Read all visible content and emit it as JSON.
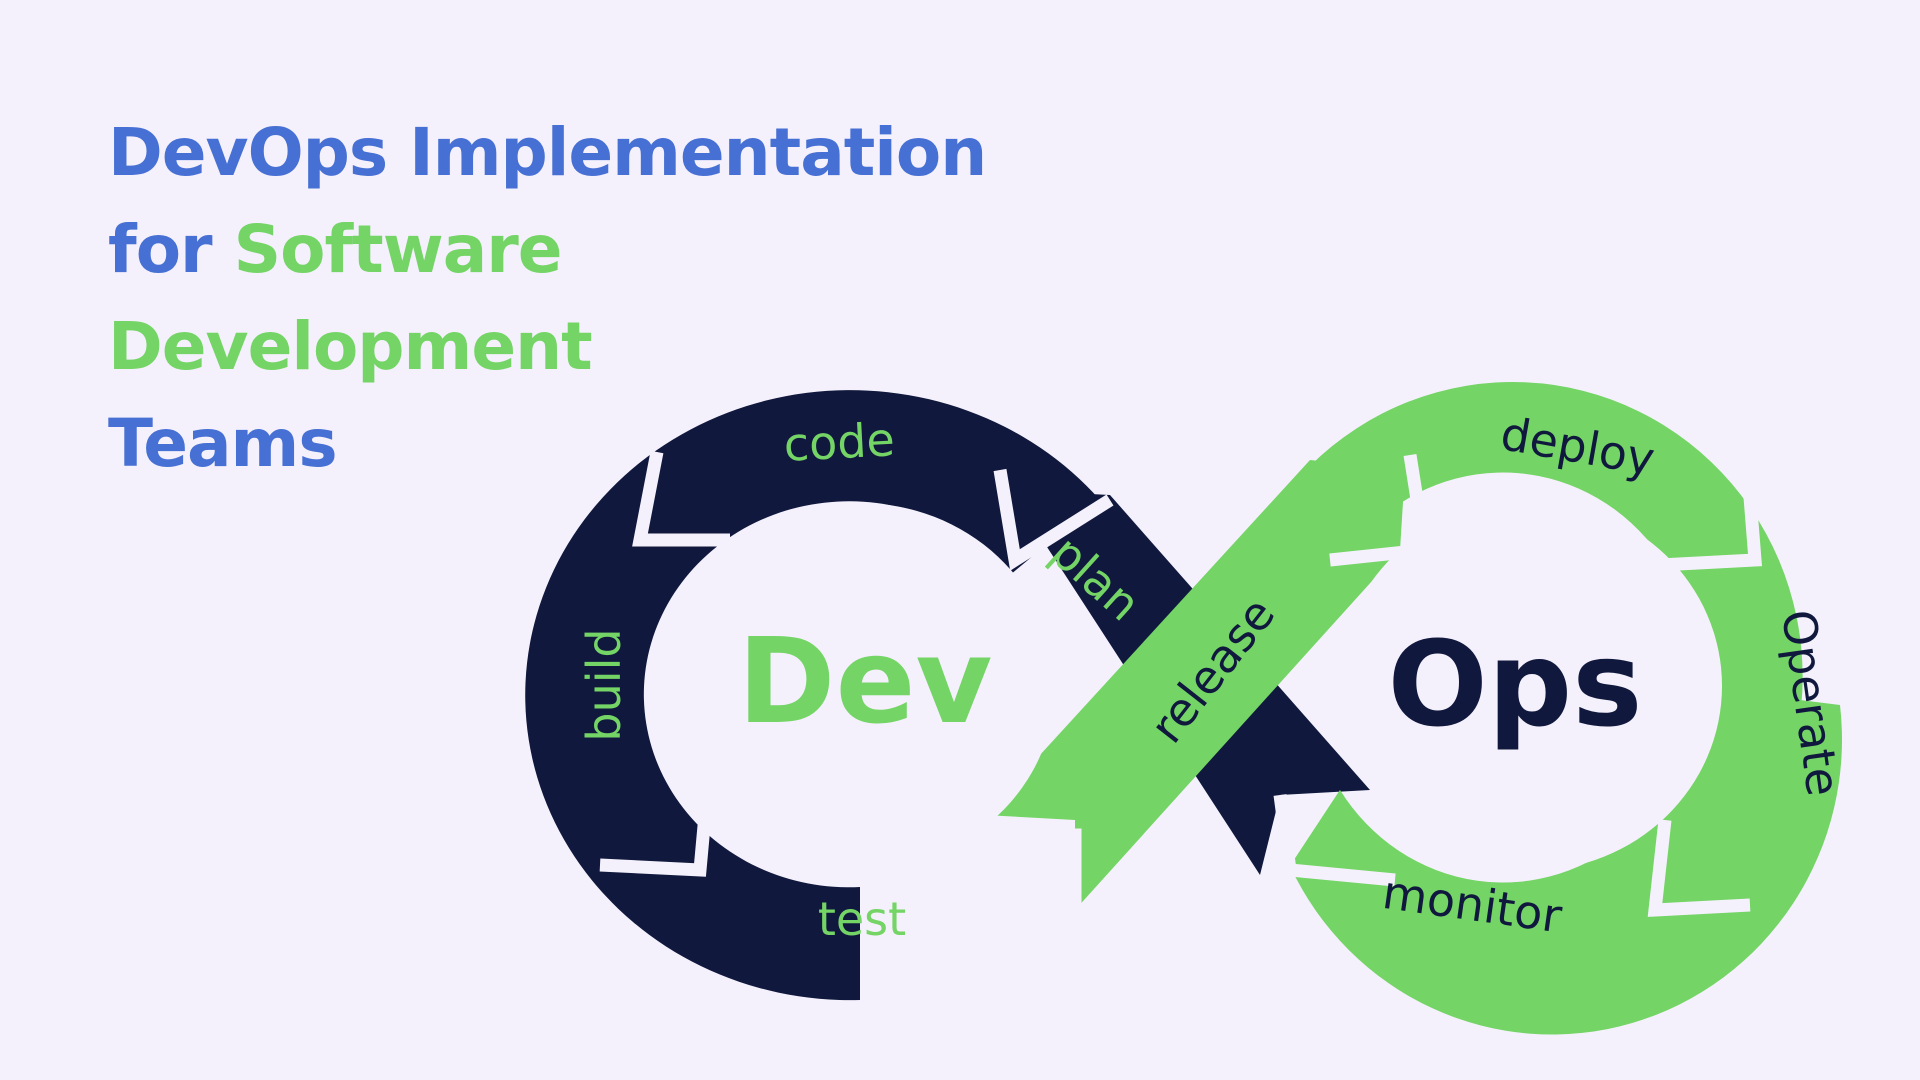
{
  "title": {
    "line1": "DevOps Implementation",
    "line2_a": "for",
    "line2_b": "Software",
    "line3": "Development",
    "line4": "Teams"
  },
  "diagram": {
    "dev_label": "Dev",
    "ops_label": "Ops",
    "stages": {
      "code": "code",
      "plan": "plan",
      "build": "build",
      "test": "test",
      "release": "release",
      "deploy": "deploy",
      "operate": "Operate",
      "monitor": "monitor"
    }
  },
  "colors": {
    "background": "#f5f1fc",
    "navy": "#10193d",
    "green": "#74d466",
    "blue": "#4670d3"
  }
}
